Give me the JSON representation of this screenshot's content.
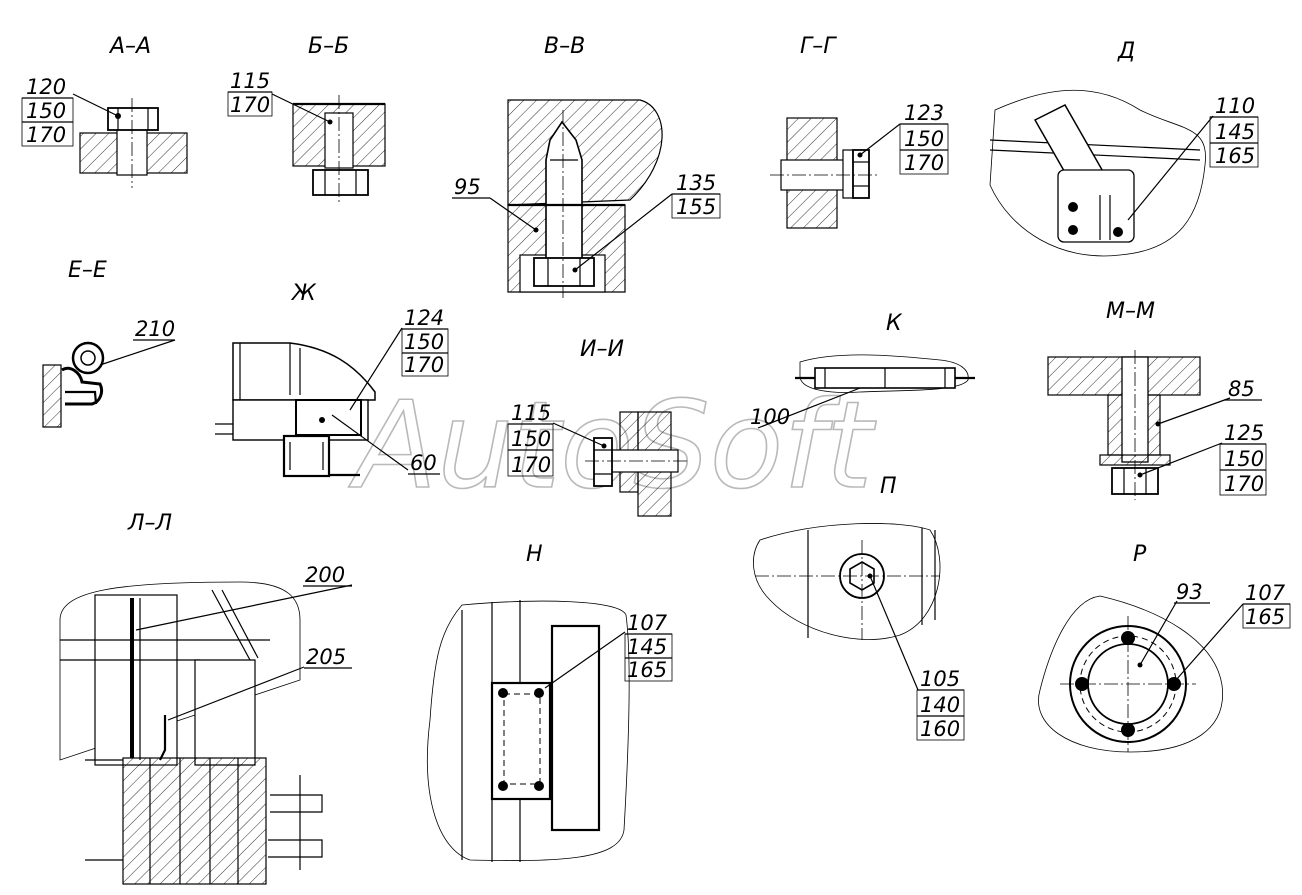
{
  "watermark": "AutoSoft",
  "views": [
    {
      "id": "aa",
      "title": "А–А",
      "callouts": [
        {
          "lines": [
            "120",
            "150",
            "170"
          ]
        }
      ]
    },
    {
      "id": "bb",
      "title": "Б–Б",
      "callouts": [
        {
          "lines": [
            "115",
            "170"
          ]
        }
      ]
    },
    {
      "id": "vv",
      "title": "В–В",
      "callouts": [
        {
          "lines": [
            "95"
          ]
        },
        {
          "lines": [
            "135",
            "155"
          ]
        }
      ]
    },
    {
      "id": "gg",
      "title": "Г–Г",
      "callouts": [
        {
          "lines": [
            "123",
            "150",
            "170"
          ]
        }
      ]
    },
    {
      "id": "d",
      "title": "Д",
      "callouts": [
        {
          "lines": [
            "110",
            "145",
            "165"
          ]
        }
      ]
    },
    {
      "id": "ee",
      "title": "Е–Е",
      "callouts": [
        {
          "lines": [
            "210"
          ]
        }
      ]
    },
    {
      "id": "zh",
      "title": "Ж",
      "callouts": [
        {
          "lines": [
            "124",
            "150",
            "170"
          ]
        },
        {
          "lines": [
            "60"
          ]
        }
      ]
    },
    {
      "id": "ii",
      "title": "И–И",
      "callouts": [
        {
          "lines": [
            "115",
            "150",
            "170"
          ]
        }
      ]
    },
    {
      "id": "k",
      "title": "К",
      "callouts": [
        {
          "lines": [
            "100"
          ]
        }
      ]
    },
    {
      "id": "mm",
      "title": "М–М",
      "callouts": [
        {
          "lines": [
            "85"
          ]
        },
        {
          "lines": [
            "125",
            "150",
            "170"
          ]
        }
      ]
    },
    {
      "id": "ll",
      "title": "Л–Л",
      "callouts": [
        {
          "lines": [
            "200"
          ]
        },
        {
          "lines": [
            "205"
          ]
        }
      ]
    },
    {
      "id": "n",
      "title": "Н",
      "callouts": [
        {
          "lines": [
            "107",
            "145",
            "165"
          ]
        }
      ]
    },
    {
      "id": "p",
      "title": "П",
      "callouts": [
        {
          "lines": [
            "105",
            "140",
            "160"
          ]
        }
      ]
    },
    {
      "id": "r",
      "title": "Р",
      "callouts": [
        {
          "lines": [
            "93"
          ]
        },
        {
          "lines": [
            "107",
            "165"
          ]
        }
      ]
    }
  ]
}
